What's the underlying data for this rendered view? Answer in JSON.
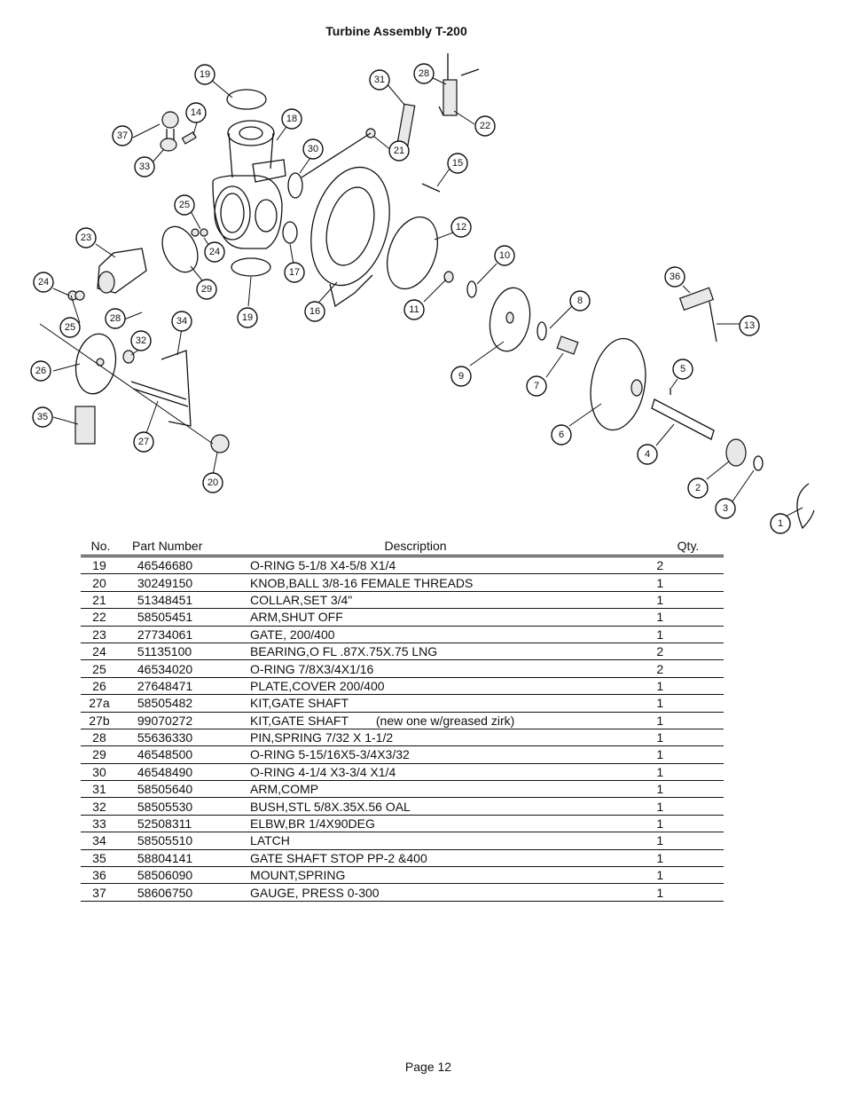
{
  "page": {
    "title": "Turbine Assembly T-200",
    "footer": "Page 12"
  },
  "diagram": {
    "callouts": [
      "19",
      "14",
      "37",
      "33",
      "18",
      "30",
      "31",
      "28",
      "22",
      "21",
      "15",
      "25",
      "24",
      "23",
      "29",
      "17",
      "19",
      "16",
      "12",
      "10",
      "11",
      "24",
      "25",
      "28",
      "34",
      "32",
      "26",
      "35",
      "27",
      "20",
      "36",
      "13",
      "8",
      "9",
      "7",
      "5",
      "6",
      "4",
      "2",
      "3",
      "1"
    ]
  },
  "table": {
    "headers": {
      "no": "No.",
      "part_number": "Part Number",
      "description": "Description",
      "qty": "Qty."
    },
    "rows": [
      {
        "no": "19",
        "pn": "46546680",
        "desc": "O-RING 5-1/8 X4-5/8 X1/4",
        "qty": "2"
      },
      {
        "no": "20",
        "pn": "30249150",
        "desc": "KNOB,BALL 3/8-16 FEMALE THREADS",
        "qty": "1"
      },
      {
        "no": "21",
        "pn": "51348451",
        "desc": "COLLAR,SET 3/4\"",
        "qty": "1"
      },
      {
        "no": "22",
        "pn": "58505451",
        "desc": "ARM,SHUT OFF",
        "qty": "1"
      },
      {
        "no": "23",
        "pn": "27734061",
        "desc": "GATE, 200/400",
        "qty": "1"
      },
      {
        "no": "24",
        "pn": "51135100",
        "desc": "BEARING,O FL .87X.75X.75 LNG",
        "qty": "2"
      },
      {
        "no": "25",
        "pn": "46534020",
        "desc": "O-RING 7/8X3/4X1/16",
        "qty": "2"
      },
      {
        "no": "26",
        "pn": "27648471",
        "desc": "PLATE,COVER 200/400",
        "qty": "1"
      },
      {
        "no": "27a",
        "pn": "58505482",
        "desc": "KIT,GATE SHAFT",
        "qty": "1"
      },
      {
        "no": "27b",
        "pn": "99070272",
        "desc": "KIT,GATE SHAFT        (new one w/greased zirk)",
        "qty": "1"
      },
      {
        "no": "28",
        "pn": "55636330",
        "desc": "PIN,SPRING 7/32 X 1-1/2",
        "qty": "1"
      },
      {
        "no": "29",
        "pn": "46548500",
        "desc": "O-RING 5-15/16X5-3/4X3/32",
        "qty": "1"
      },
      {
        "no": "30",
        "pn": "46548490",
        "desc": "O-RING 4-1/4 X3-3/4 X1/4",
        "qty": "1"
      },
      {
        "no": "31",
        "pn": "58505640",
        "desc": "ARM,COMP",
        "qty": "1"
      },
      {
        "no": "32",
        "pn": "58505530",
        "desc": "BUSH,STL 5/8X.35X.56 OAL",
        "qty": "1"
      },
      {
        "no": "33",
        "pn": "52508311",
        "desc": "ELBW,BR 1/4X90DEG",
        "qty": "1"
      },
      {
        "no": "34",
        "pn": "58505510",
        "desc": "LATCH",
        "qty": "1"
      },
      {
        "no": "35",
        "pn": "58804141",
        "desc": "GATE SHAFT STOP PP-2 &400",
        "qty": "1"
      },
      {
        "no": "36",
        "pn": "58506090",
        "desc": "MOUNT,SPRING",
        "qty": "1"
      },
      {
        "no": "37",
        "pn": "58606750",
        "desc": "GAUGE, PRESS 0-300",
        "qty": "1"
      }
    ]
  }
}
